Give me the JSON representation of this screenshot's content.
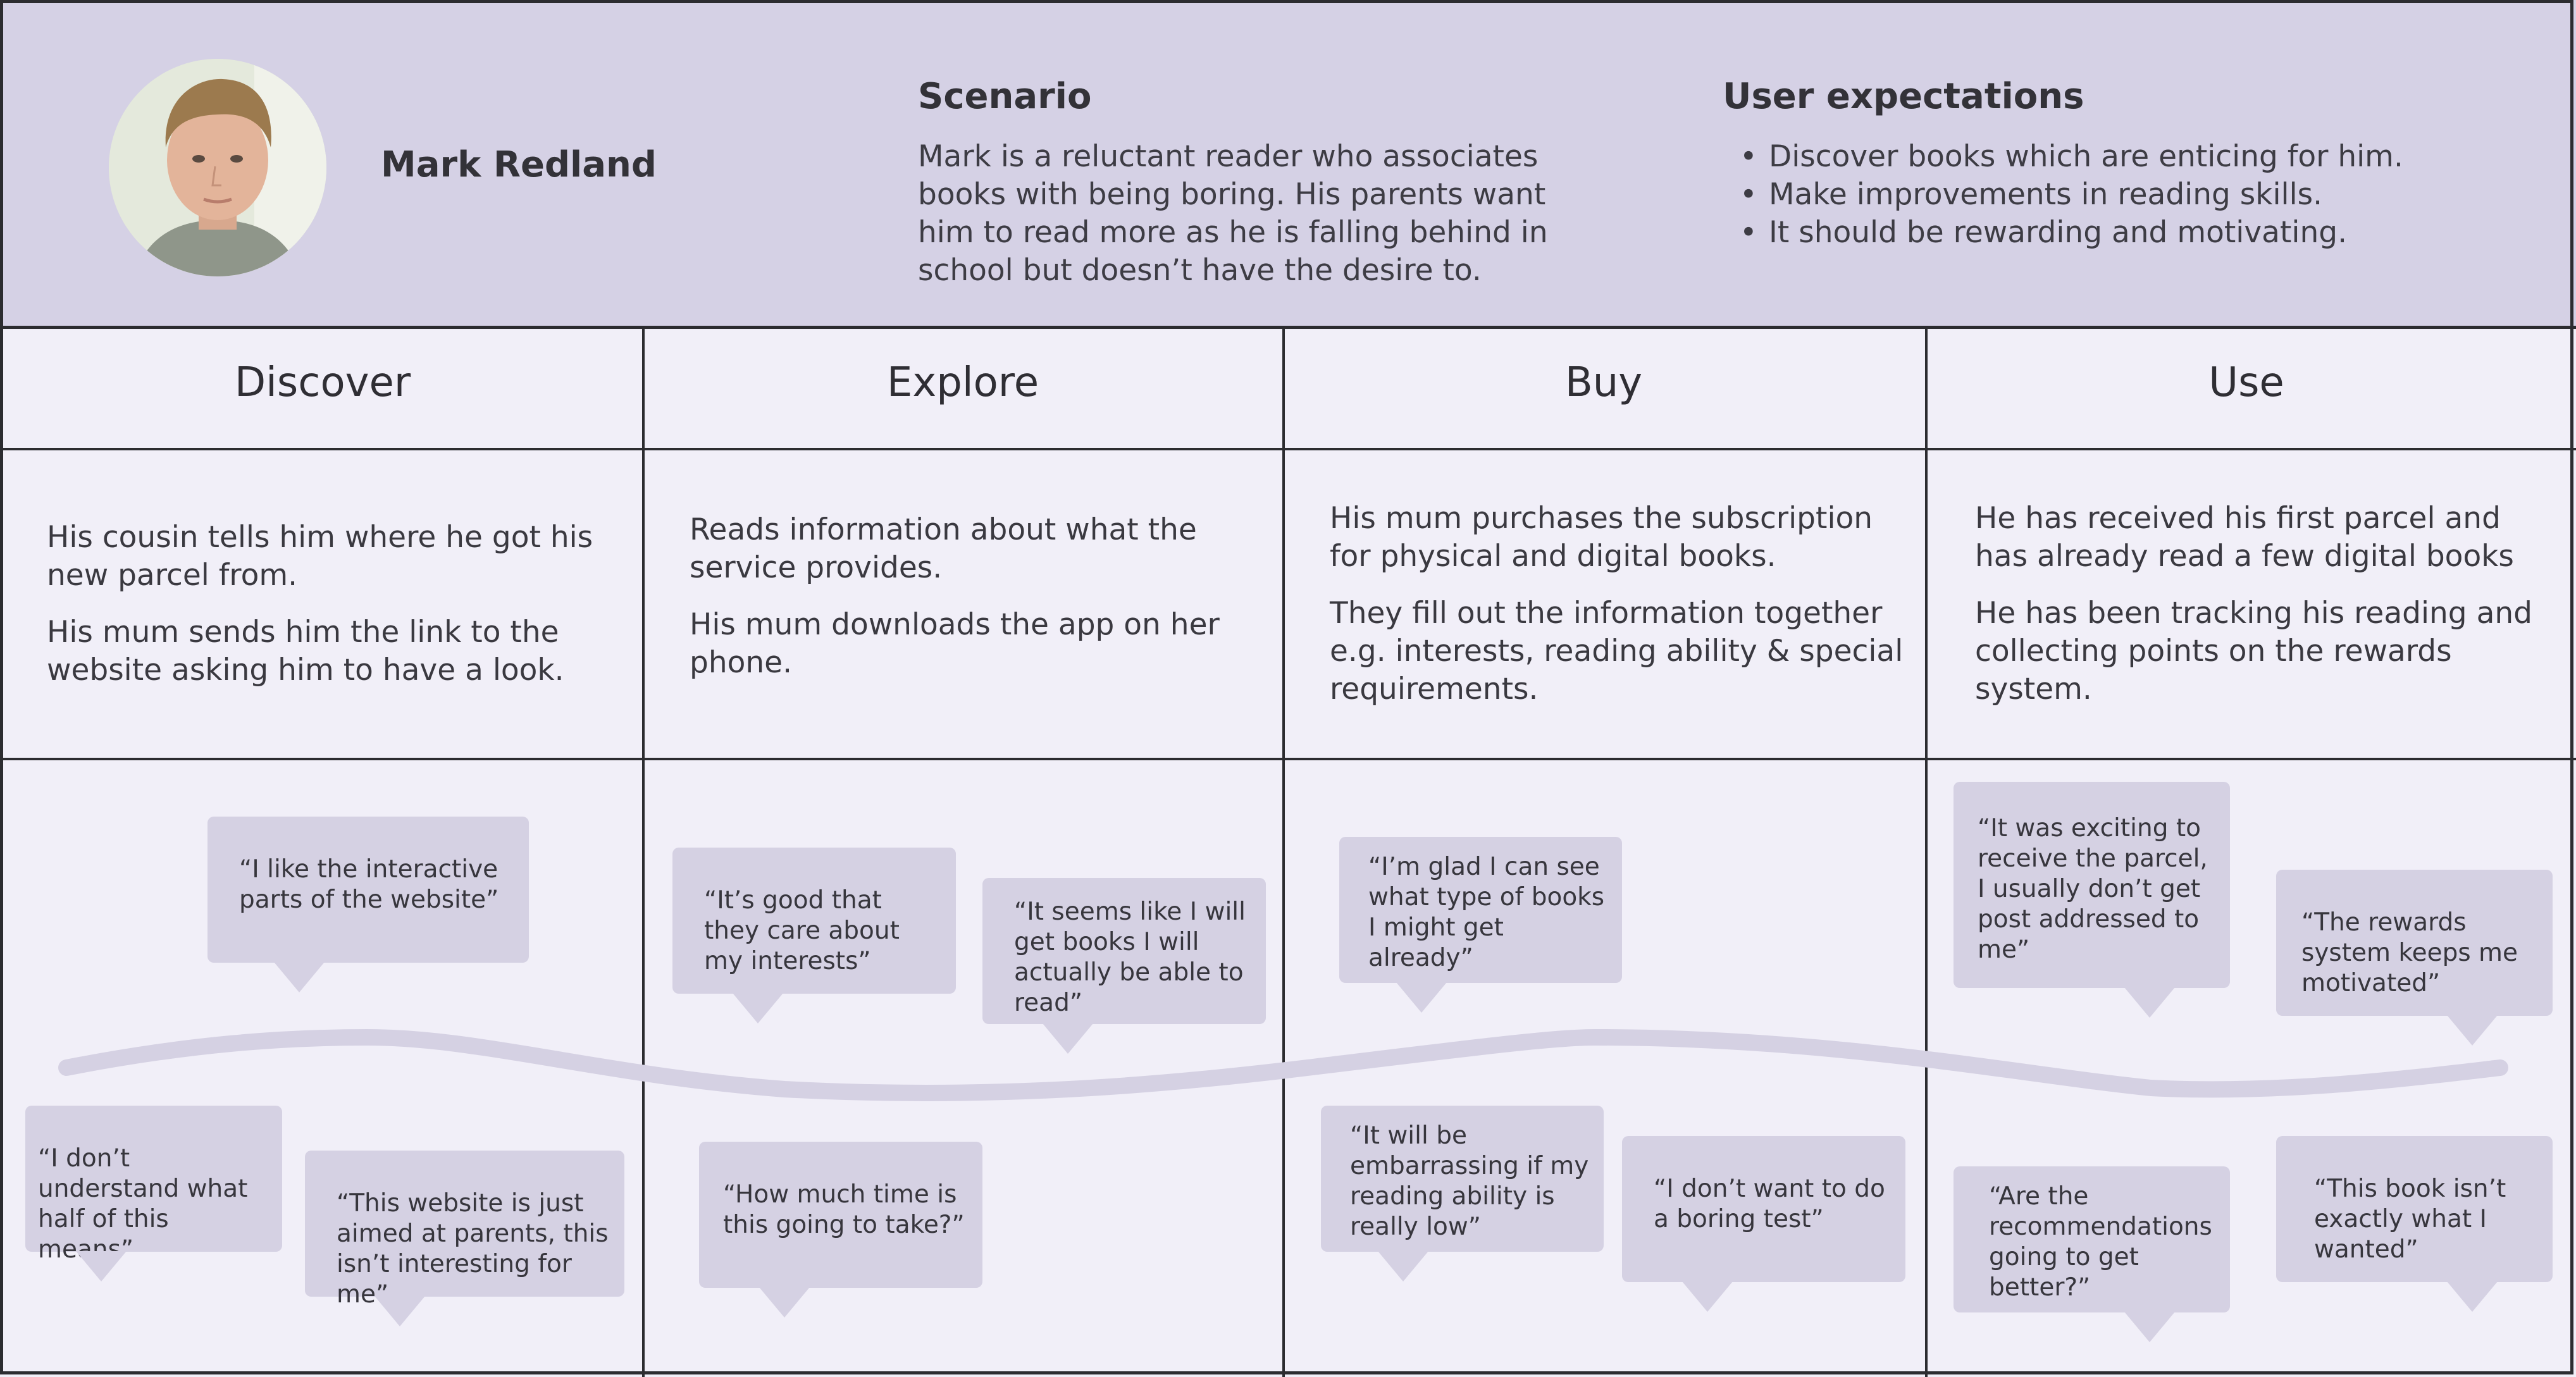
{
  "persona": {
    "name": "Mark Redland"
  },
  "scenario": {
    "title": "Scenario",
    "text": "Mark is a reluctant reader who associates books with being boring. His parents want him to read more as he is falling behind in school but doesn’t have the desire to."
  },
  "expectations": {
    "title": "User expectations",
    "items": [
      "Discover books which are enticing for him.",
      "Make improvements in reading skills.",
      "It should be rewarding and motivating."
    ]
  },
  "stages": [
    {
      "title": "Discover",
      "desc": [
        "His cousin tells him where he got his new parcel from.",
        "His mum sends him the link to the website asking him to have a look."
      ],
      "quotes": [
        "“I like the interactive parts of the website”",
        "“I don’t understand what half of this means”",
        "“This website is just aimed at parents, this isn’t interesting for me”"
      ]
    },
    {
      "title": "Explore",
      "desc": [
        "Reads information about what the service provides.",
        "His mum downloads the app on her phone."
      ],
      "quotes": [
        "“It’s good that they care about my interests”",
        "“It seems like I will get books I will actually be able to read”",
        "“How much time is this going to take?”"
      ]
    },
    {
      "title": "Buy",
      "desc": [
        "His mum purchases the subscription for physical and digital books.",
        "They fill out the information together e.g. interests, reading ability & special requirements."
      ],
      "quotes": [
        "“I’m glad I can see what type of books I might get already”",
        "“It will be embarrassing if my reading ability is really low”",
        "“I don’t want to do a boring test”"
      ]
    },
    {
      "title": "Use",
      "desc": [
        "He has received his first parcel and has already read a few digital books",
        "He has been tracking his reading and collecting points on the rewards system."
      ],
      "quotes": [
        "“It was exciting to receive the parcel, I usually don’t get post addressed to me”",
        "“The rewards system keeps me motivated”",
        "“Are the recommendations going to get better?”",
        "“This book isn’t exactly what I wanted”"
      ]
    }
  ],
  "colors": {
    "header_bg": "#d5d1e5",
    "page_bg": "#f1eff8",
    "bubble": "#d5d1e3",
    "journey_line": "#d5d1e3",
    "border": "#2c2c30"
  }
}
